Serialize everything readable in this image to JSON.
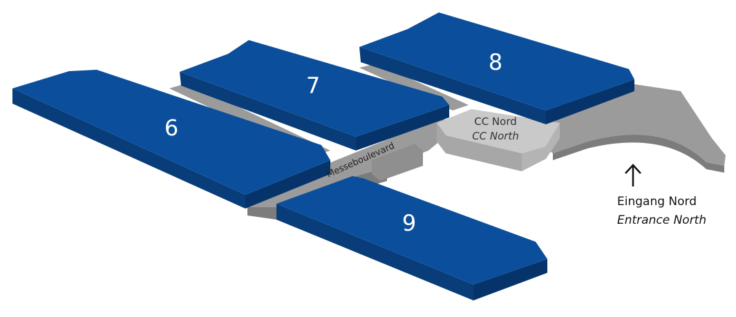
{
  "halls": [
    {
      "id": "6",
      "label": "6"
    },
    {
      "id": "7",
      "label": "7"
    },
    {
      "id": "8",
      "label": "8"
    },
    {
      "id": "9",
      "label": "9"
    }
  ],
  "cc_nord": {
    "label_de": "CC Nord",
    "label_en": "CC North"
  },
  "street": {
    "label": "Messeboulevard"
  },
  "entrance": {
    "label_de": "Eingang Nord",
    "label_en": "Entrance North",
    "icon": "arrow-up-icon"
  },
  "colors": {
    "hall_top": "#0b4f9c",
    "hall_side": "#083d7a",
    "ground_top": "#9b9b9b",
    "ground_side": "#7c7c7c",
    "cc_top": "#c9c9c9",
    "cc_side": "#a7a7a7"
  }
}
